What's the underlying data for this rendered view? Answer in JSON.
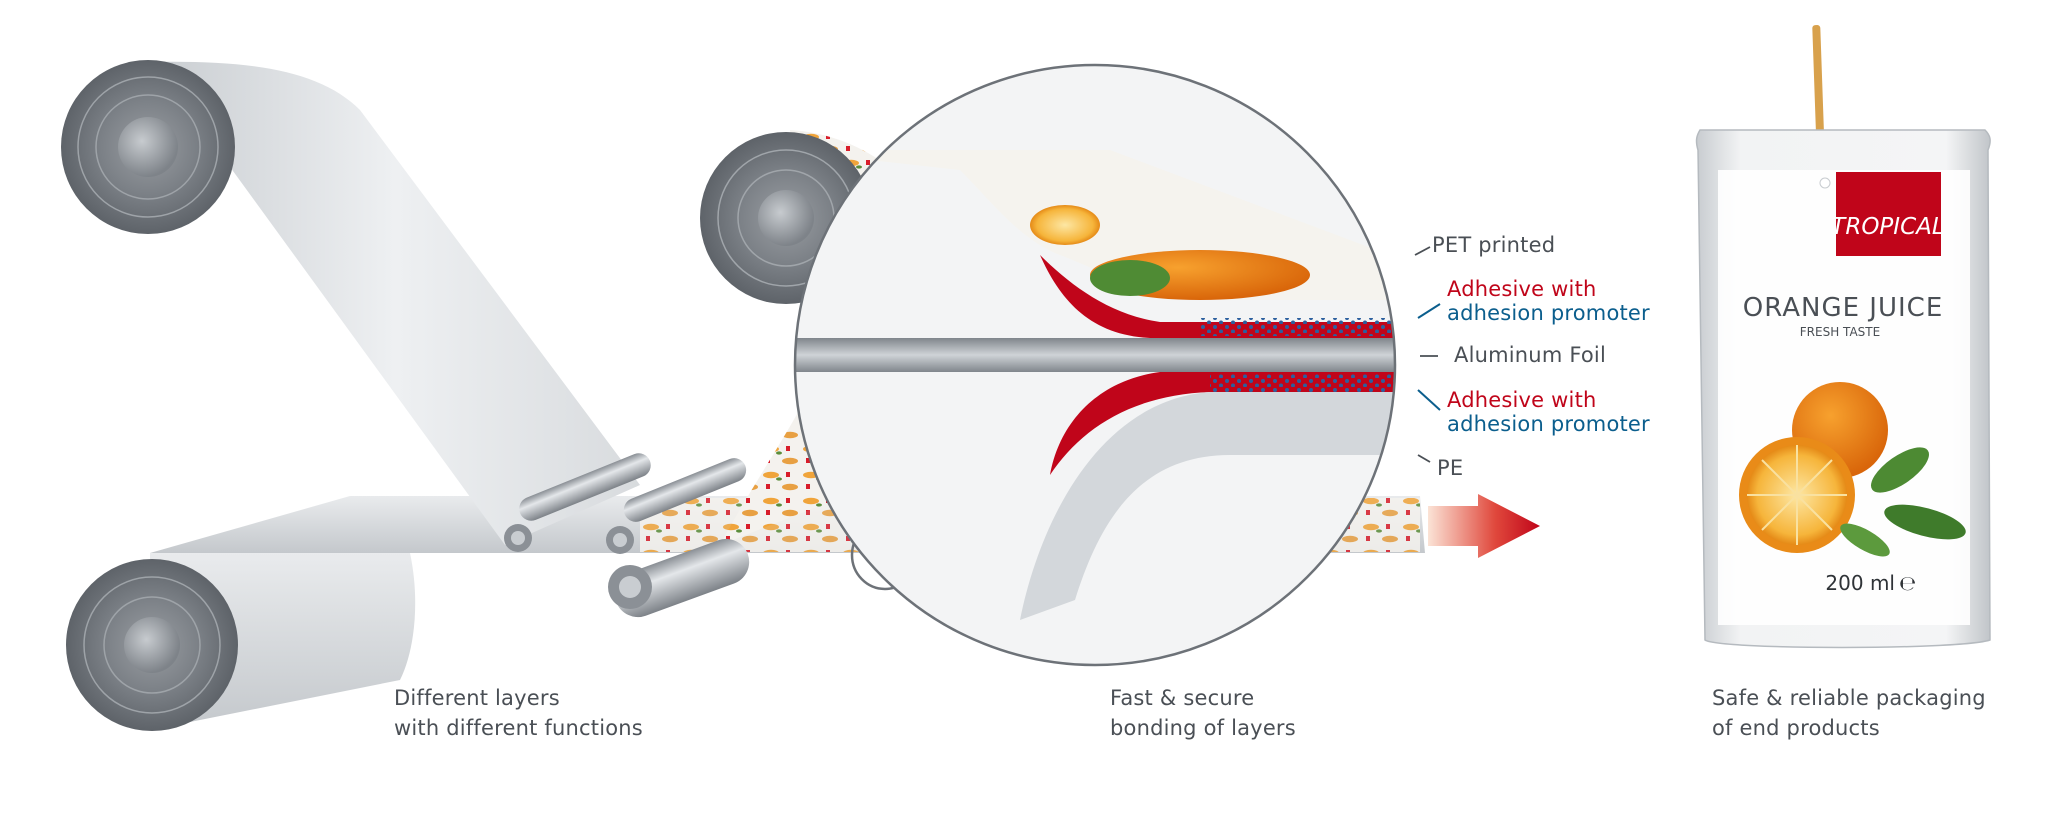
{
  "captions": {
    "layers": {
      "line1": "Different layers",
      "line2": "with different functions"
    },
    "bonding": {
      "line1": "Fast & secure",
      "line2": "bonding of layers"
    },
    "packaging": {
      "line1": "Safe & reliable packaging",
      "line2": "of end products"
    }
  },
  "layer_labels": {
    "pet": "PET printed",
    "adhesive_top": {
      "line1": "Adhesive with",
      "line2": "adhesion promoter"
    },
    "aluminum": "Aluminum Foil",
    "adhesive_bottom": {
      "line1": "Adhesive with",
      "line2": "adhesion promoter"
    },
    "pe": "PE"
  },
  "pouch": {
    "brand": "TROPICAL",
    "product": "ORANGE JUICE",
    "tagline": "FRESH TASTE",
    "volume": "200 ml",
    "volume_mark": "℮"
  },
  "colors": {
    "adhesive_red": "#c0051a",
    "promoter_blue": "#0b5e8d",
    "label_gray": "#4a4f55",
    "foil_silver": "#b9bec3"
  }
}
